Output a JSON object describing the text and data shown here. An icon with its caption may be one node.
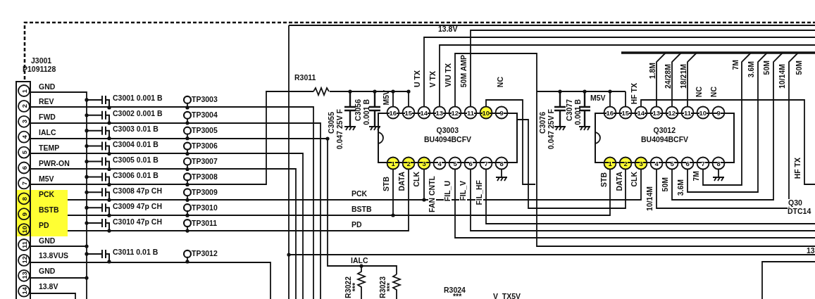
{
  "diagram": {
    "nodes": [
      {
        "text": [
          "J3001",
          "P1091128"
        ]
      },
      {
        "text": [
          "Q3003",
          "BU4094BCFV"
        ]
      },
      {
        "text": [
          "Q3012",
          "BU4094BCFV"
        ]
      }
    ],
    "edges": [
      {
        "from": 0,
        "to": 1,
        "arrow": "none",
        "label": "PCK"
      },
      {
        "from": 0,
        "to": 1,
        "arrow": "none",
        "label": "BSTB"
      },
      {
        "from": 0,
        "to": 1,
        "arrow": "none",
        "label": "PD"
      },
      {
        "from": 0,
        "to": 2,
        "arrow": "none"
      },
      {
        "from": 0,
        "to": 2,
        "arrow": "none"
      },
      {
        "from": 1,
        "to": 2,
        "arrow": "none"
      }
    ],
    "labels": [
      "GND",
      "REV",
      "FWD",
      "IALC",
      "TEMP",
      "PWR-ON",
      "M5V",
      "PCK",
      "BSTB",
      "PD",
      "GND",
      "13.8VUS",
      "GND",
      "13.8V",
      "1",
      "2",
      "3",
      "4",
      "5",
      "6",
      "7",
      "8",
      "9",
      "10",
      "11",
      "12",
      "13",
      "14",
      "C3001 0.001 B",
      "C3002 0.001 B",
      "C3003 0.01 B",
      "C3004 0.01 B",
      "C3005 0.01 B",
      "C3006 0.01 B",
      "C3008 47p CH",
      "C3009 47p CH",
      "C3010 47p CH",
      "C3011 0.01 B",
      "TP3003",
      "TP3004",
      "TP3005",
      "TP3006",
      "TP3007",
      "TP3008",
      "TP3009",
      "TP3010",
      "TP3011",
      "TP3012",
      "R3011",
      "C3055",
      "0.047 25V F",
      "C3056",
      "0.001 B",
      "M5V",
      "U TX",
      "V TX",
      "V/U TX",
      "50M AMP",
      "NC",
      "13.8V",
      "16",
      "15",
      "14",
      "13",
      "12",
      "11",
      "10",
      "9",
      "1",
      "2",
      "3",
      "4",
      "5",
      "6",
      "7",
      "8",
      "STB",
      "DATA",
      "CLK",
      "FAN CNTL",
      "FIL_U",
      "FIL_V",
      "FIL_HF",
      "IALC",
      "R3022",
      "***",
      "R3023",
      "***",
      "R3024",
      "***",
      "V_TX5V",
      "C3076",
      "0.047 25V F",
      "C3077",
      "0.001 B",
      "M5V",
      "HF TX",
      "1.8M",
      "24/28M",
      "18/21M",
      "NC",
      "NC",
      "7M",
      "3.6M",
      "50M",
      "10/14M",
      "50M",
      "16",
      "15",
      "14",
      "13",
      "12",
      "11",
      "10",
      "9",
      "1",
      "2",
      "3",
      "4",
      "5",
      "6",
      "7",
      "8",
      "STB",
      "DATA",
      "CLK",
      "10/14M",
      "50M",
      "3.6M",
      "7M",
      "HF TX",
      "Q30",
      "DTC14",
      "13"
    ]
  }
}
